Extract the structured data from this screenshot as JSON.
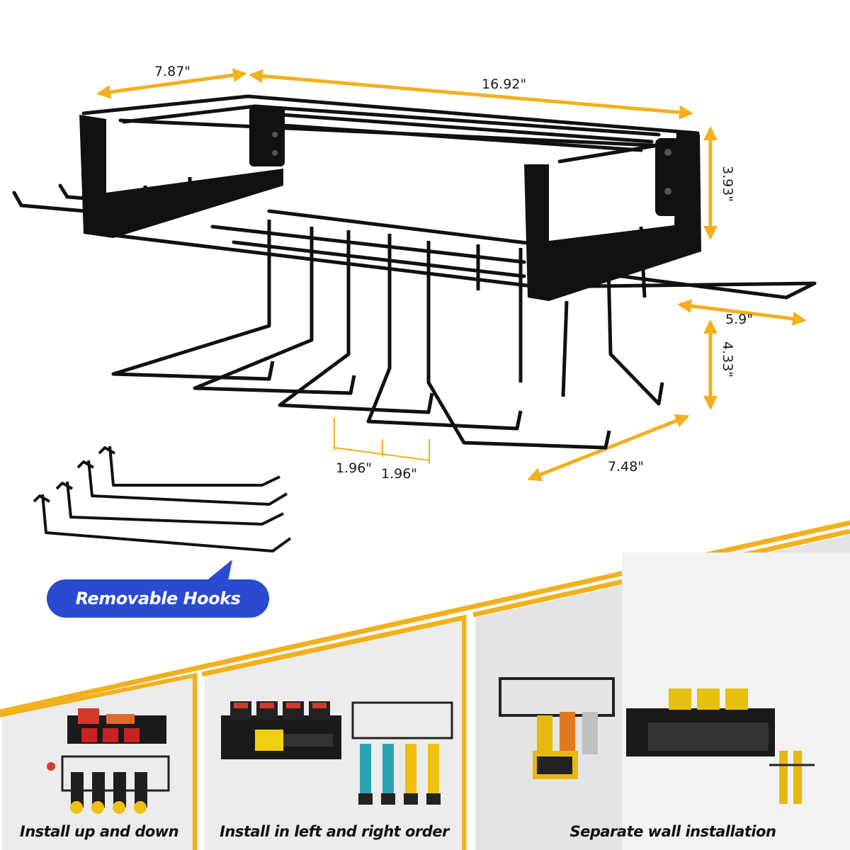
{
  "dimensions": {
    "depth_top": "7.87\"",
    "length": "16.92\"",
    "height_right": "3.93\"",
    "hook_spacing_right": "5.9\"",
    "hook_drop": "4.33\"",
    "hook_gap_a": "1.96\"",
    "hook_gap_b": "1.96\"",
    "hook_length": "7.48\""
  },
  "badge": {
    "label": "Removable Hooks"
  },
  "panels": [
    {
      "caption": "Install up and down"
    },
    {
      "caption": "Install in left and right order"
    },
    {
      "caption": "Separate wall installation"
    }
  ],
  "colors": {
    "accent": "#f2b01e",
    "badge": "#2a4bd0",
    "metal": "#111111",
    "panel_bg": "#ececec"
  },
  "icons": [
    "dimension-arrow-icon",
    "removable-hook-icon",
    "speech-tail-icon"
  ]
}
